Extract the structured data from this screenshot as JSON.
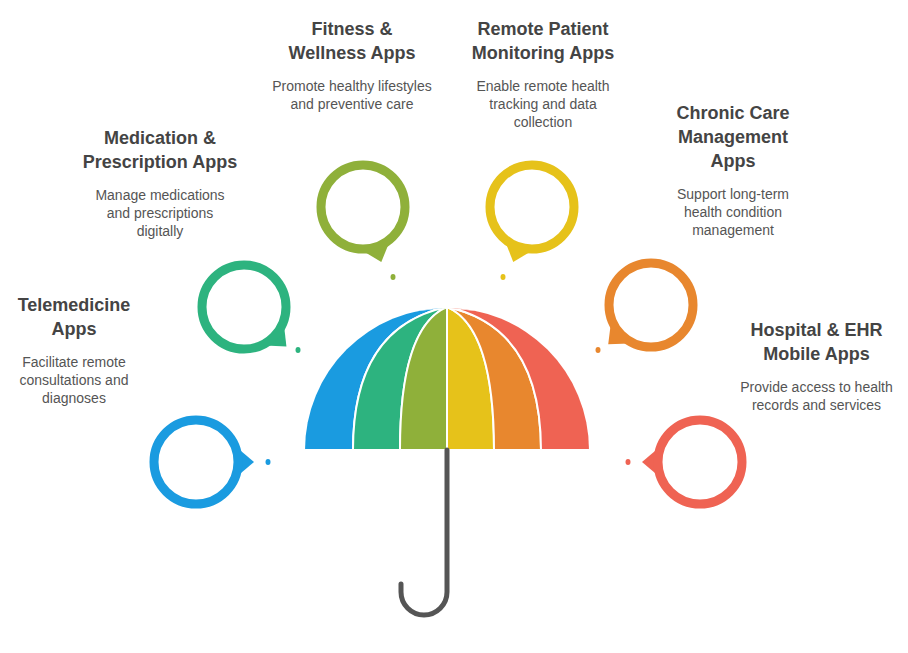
{
  "diagram": {
    "nodes": [
      {
        "text": [
          "Telemedicine Apps",
          "Facilitate remote consultations and diagnoses"
        ]
      },
      {
        "text": [
          "Medication & Prescription Apps",
          "Manage medications and prescriptions digitally"
        ]
      },
      {
        "text": [
          "Fitness & Wellness Apps",
          "Promote healthy lifestyles and preventive care"
        ]
      },
      {
        "text": [
          "Remote Patient Monitoring Apps",
          "Enable remote health tracking and data collection"
        ]
      },
      {
        "text": [
          "Chronic Care Management Apps",
          "Support long-term health condition management"
        ]
      },
      {
        "text": [
          "Hospital & EHR Mobile Apps",
          "Provide access to health records and services"
        ]
      }
    ]
  }
}
